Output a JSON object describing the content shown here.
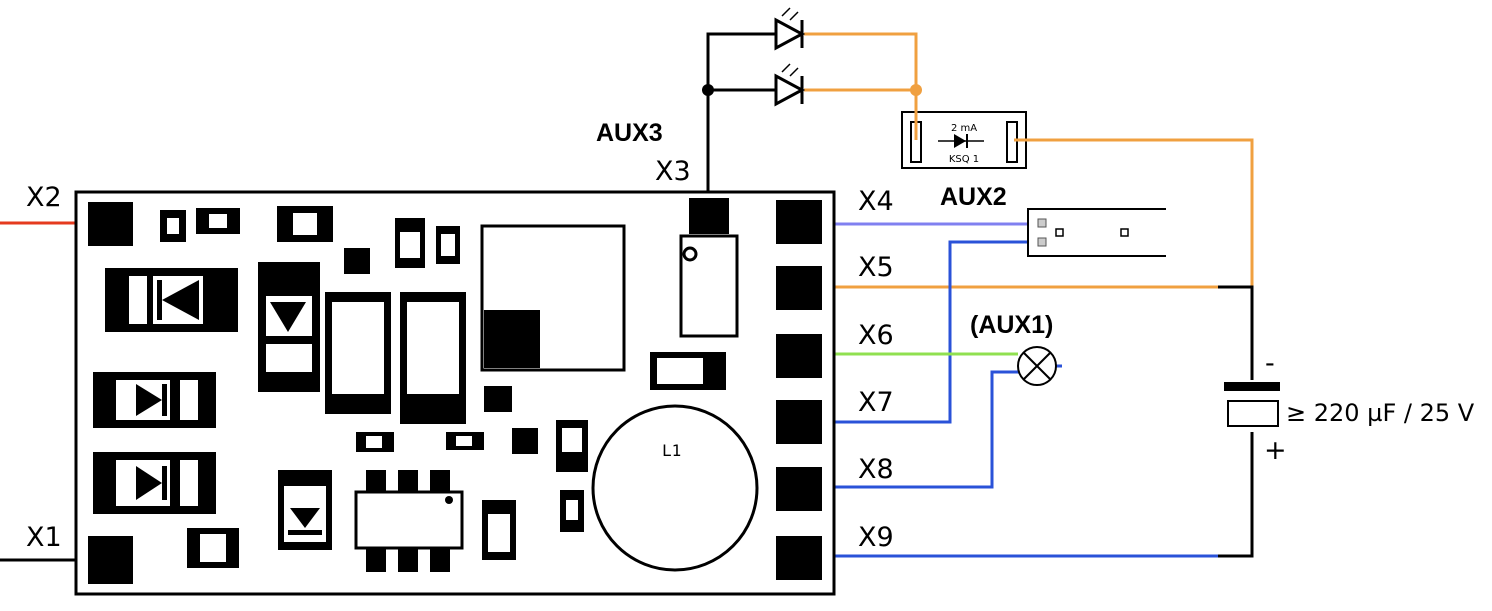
{
  "pins": {
    "x1": "X1",
    "x2": "X2",
    "x3": "X3",
    "x4": "X4",
    "x5": "X5",
    "x6": "X6",
    "x7": "X7",
    "x8": "X8",
    "x9": "X9"
  },
  "aux": {
    "aux1": "(AUX1)",
    "aux2": "AUX2",
    "aux3": "AUX3"
  },
  "ksq": {
    "current": "2 mA",
    "name": "KSQ 1"
  },
  "inductor": "L1",
  "capacitor": {
    "value": "≥  220 µF / 25 V",
    "minus": "-",
    "plus": "+"
  },
  "colors": {
    "x1": "#000000",
    "x2": "#e53a1e",
    "x4": "#8080f0",
    "x5": "#f0a040",
    "x6": "#90e050",
    "x7": "#2a52d8",
    "x8": "#2a52d8",
    "x9": "#2a52d8",
    "aux_led": "#f0a040",
    "cap_lead": "#000000"
  }
}
